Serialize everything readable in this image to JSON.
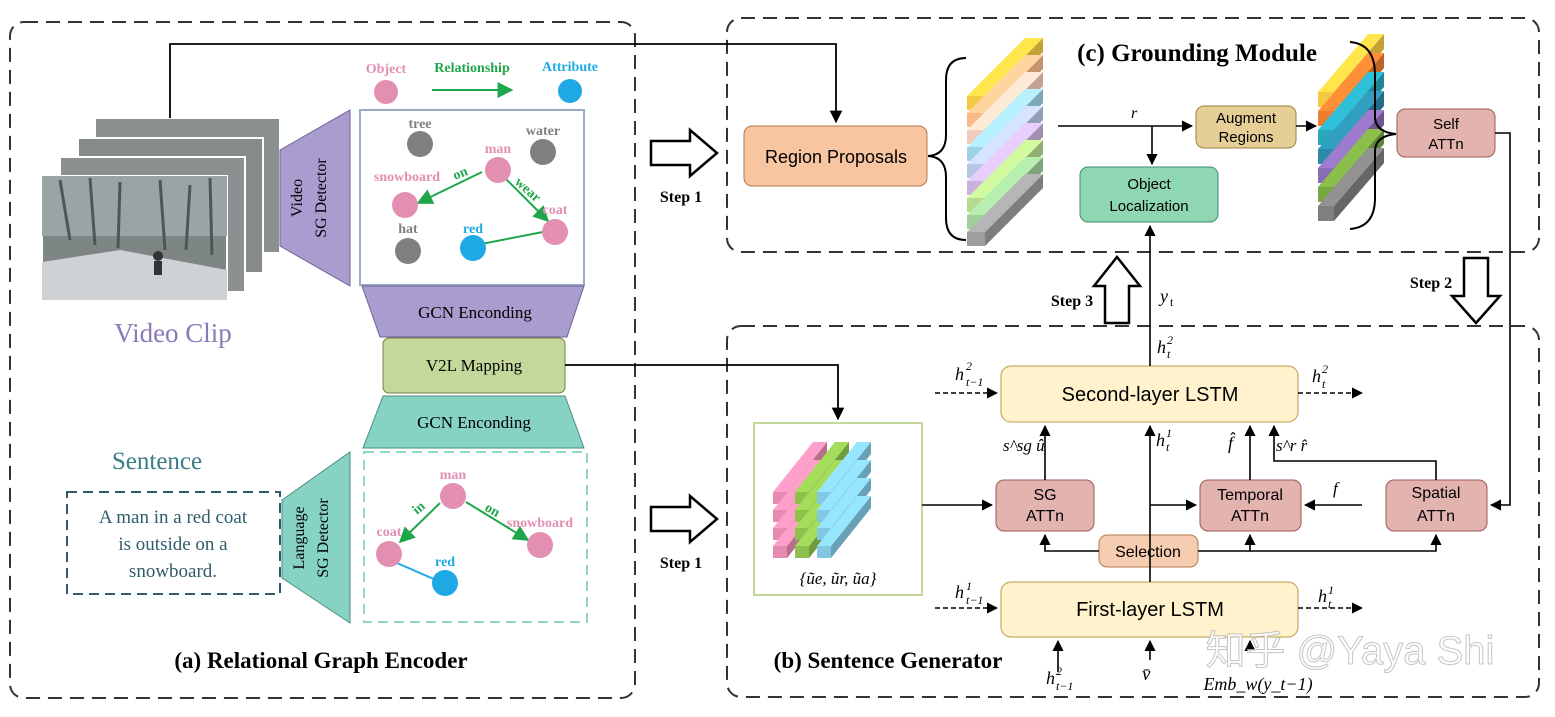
{
  "colors": {
    "object": "#e38fb2",
    "relationship": "#1fa64a",
    "attribute": "#1ea9e4",
    "neutral": "#7f7f7f",
    "detector_video": "#a99ccf",
    "detector_lang": "#86d3c4",
    "gcn": "#86d3c4",
    "v2l": "#c4d89b",
    "region": "#f7c59f",
    "object_loc": "#8fd6b3",
    "augment": "#e6cf96",
    "lstm": "#fff2cc",
    "attn": "#e3b3b0",
    "selection": "#f6cdb1",
    "video_clip_text": "#8a78b8",
    "sentence_text": "#3a7d87"
  },
  "panel_a": {
    "title": "(a) Relational Graph Encoder",
    "video_clip_label": "Video Clip",
    "video_detector": [
      "Video",
      "SG Detector"
    ],
    "language_detector": [
      "Language",
      "SG Detector"
    ],
    "gcn_top": "GCN  Enconding",
    "v2l": "V2L  Mapping",
    "gcn_bottom": "GCN  Enconding",
    "sentence_heading": "Sentence",
    "sentence_lines": [
      "A man in a red coat",
      "is outside on a",
      "snowboard."
    ],
    "legend": {
      "object": "Object",
      "relationship": "Relationship",
      "attribute": "Attribute"
    },
    "video_graph": {
      "nodes": [
        "tree",
        "water",
        "man",
        "snowboard",
        "coat",
        "hat",
        "red"
      ],
      "edges": [
        "on",
        "wear"
      ]
    },
    "lang_graph": {
      "nodes": [
        "man",
        "coat",
        "snowboard",
        "red"
      ],
      "edges": [
        "in",
        "on"
      ]
    }
  },
  "panel_b": {
    "title": "(b) Sentence Generator",
    "second_lstm": "Second-layer LSTM",
    "first_lstm": "First-layer LSTM",
    "sg_attn": [
      "SG",
      "ATTn"
    ],
    "temporal_attn": [
      "Temporal",
      "ATTn"
    ],
    "spatial_attn": [
      "Spatial",
      "ATTn"
    ],
    "selection": "Selection",
    "features_label": "{ũe, ũr, ũa}",
    "ssg_label": "s^sg û",
    "f_hat": "f̂",
    "sr_label": "s^r r̂",
    "f_input": "f",
    "vbar": "v̄",
    "emb": "Emb_w(y_t−1)"
  },
  "panel_c": {
    "title": "(c) Grounding Module",
    "region_proposals": "Region Proposals",
    "object_localization": [
      "Object",
      "Localization"
    ],
    "augment_regions": [
      "Augment",
      "Regions"
    ],
    "self_attn": [
      "Self",
      "ATTn"
    ],
    "r_label": "r",
    "yt_label": "y",
    "yt_sub": "t"
  },
  "steps": {
    "step1a": "Step 1",
    "step1b": "Step 1",
    "step2": "Step 2",
    "step3": "Step 3"
  },
  "watermark": "知乎 @Yaya Shi"
}
